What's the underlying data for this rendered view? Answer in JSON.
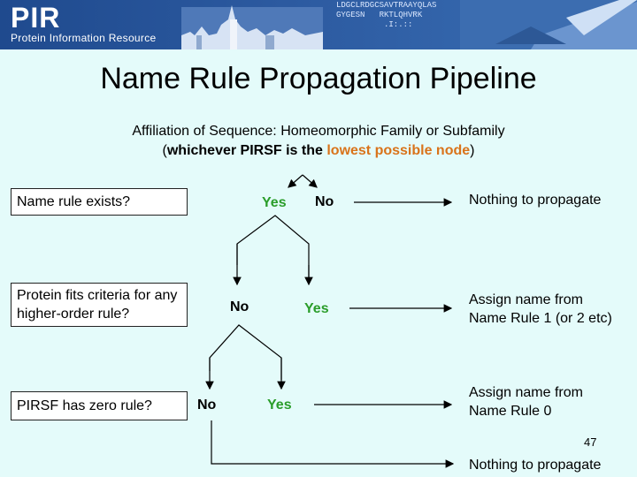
{
  "banner": {
    "logo": "PIR",
    "logo_subtitle": "Protein Information Resource",
    "sequence_lines": [
      "LDGCLRDGCSAVTRAAYQLAS",
      "GYGESN   RKTLQHVRK",
      "          .I:.::"
    ],
    "colors": {
      "banner": "#2c5aa0"
    }
  },
  "title": "Name Rule Propagation Pipeline",
  "subtitle": {
    "line1": "Affiliation of Sequence: Homeomorphic Family or Subfamily",
    "line2_open": "(",
    "line2_strong": "whichever PIRSF is the ",
    "line2_highlight": "lowest possible node",
    "line2_close": ")"
  },
  "questions": [
    {
      "text": "Name rule exists?"
    },
    {
      "text": "Protein fits criteria for any higher-order rule?"
    },
    {
      "text": "PIRSF has zero rule?"
    }
  ],
  "branches": {
    "row1_yes": "Yes",
    "row1_no": "No",
    "row2_no": "No",
    "row2_yes": "Yes",
    "row3_no": "No",
    "row3_yes": "Yes"
  },
  "outcomes": {
    "row1": "Nothing to propagate",
    "row2_line1": "Assign name from",
    "row2_line2": "Name Rule 1 (or 2 etc)",
    "row3_line1": "Assign name from",
    "row3_line2": "Name Rule 0",
    "bottom": "Nothing to propagate"
  },
  "page_number": "47",
  "colors": {
    "yes": "#2a9d2a",
    "highlight": "#d9731a",
    "background": "#e4fbfa"
  }
}
